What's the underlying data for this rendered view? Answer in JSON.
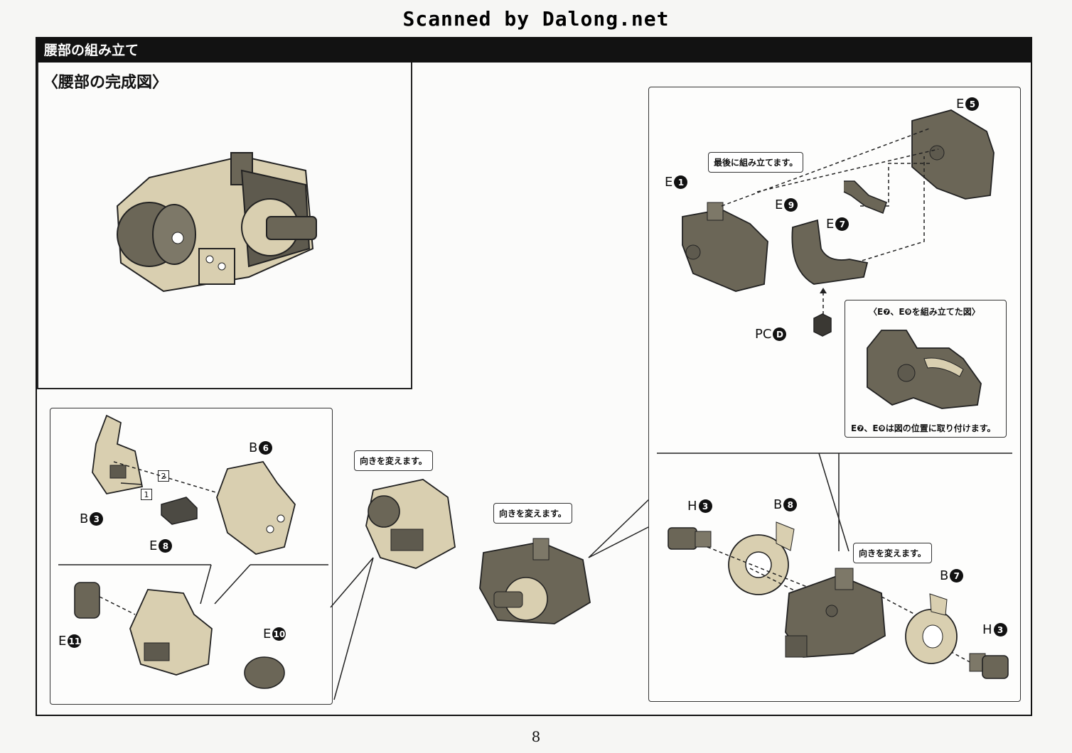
{
  "watermark": "Scanned by Dalong.net",
  "header": {
    "title": "腰部の組み立て"
  },
  "complete": {
    "title": "〈腰部の完成図〉"
  },
  "bubbles": {
    "last_assemble": "最後に組み立てます。",
    "turn1": "向きを変えます。",
    "turn2": "向きを変えます。",
    "turn3": "向きを変えます。"
  },
  "parts": {
    "e1": {
      "letter": "E",
      "num": "1"
    },
    "e5": {
      "letter": "E",
      "num": "5"
    },
    "e7": {
      "letter": "E",
      "num": "7"
    },
    "e9": {
      "letter": "E",
      "num": "9"
    },
    "pcd": {
      "letter": "PC",
      "num": "D"
    },
    "b3": {
      "letter": "B",
      "num": "3"
    },
    "b6": {
      "letter": "B",
      "num": "6"
    },
    "e8": {
      "letter": "E",
      "num": "8"
    },
    "e10": {
      "letter": "E",
      "num": "10"
    },
    "e11": {
      "letter": "E",
      "num": "11"
    },
    "h3a": {
      "letter": "H",
      "num": "3"
    },
    "b8": {
      "letter": "B",
      "num": "8"
    },
    "b7": {
      "letter": "B",
      "num": "7"
    },
    "h3b": {
      "letter": "H",
      "num": "3"
    }
  },
  "steps": {
    "s1": "1",
    "s2": "2"
  },
  "inset": {
    "title": "〈E❼、E❾を組み立てた図〉",
    "note": "E❼、E❾は図の位置に取り付けます。"
  },
  "page_number": "8"
}
